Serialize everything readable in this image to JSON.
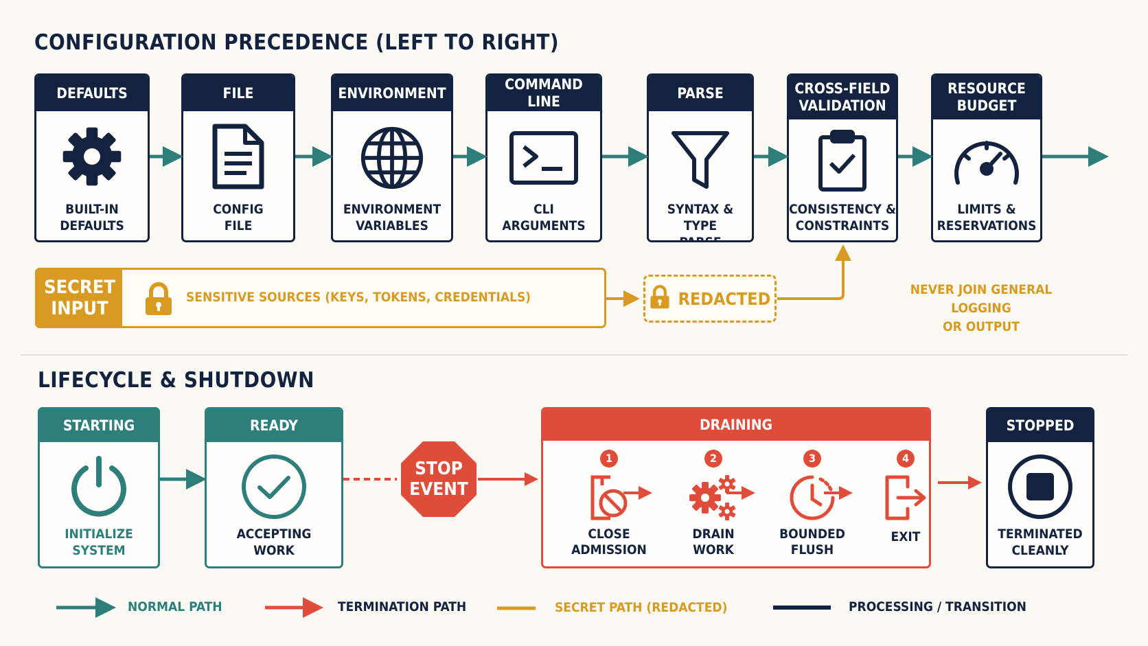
{
  "precedence": {
    "title": "CONFIGURATION PRECEDENCE (LEFT TO RIGHT)",
    "stages": [
      {
        "header": "DEFAULTS",
        "caption": [
          "BUILT-IN",
          "DEFAULTS"
        ],
        "icon": "gear-icon"
      },
      {
        "header": "FILE",
        "caption": [
          "CONFIG",
          "FILE"
        ],
        "icon": "document-icon"
      },
      {
        "header": "ENVIRONMENT",
        "caption": [
          "ENVIRONMENT",
          "VARIABLES"
        ],
        "icon": "globe-icon"
      },
      {
        "header": "COMMAND LINE",
        "caption": [
          "CLI",
          "ARGUMENTS"
        ],
        "icon": "terminal-icon"
      },
      {
        "header": "PARSE",
        "caption": [
          "SYNTAX & TYPE",
          "PARSE"
        ],
        "icon": "filter-icon"
      },
      {
        "header": [
          "CROSS-FIELD",
          "VALIDATION"
        ],
        "caption": [
          "CONSISTENCY &",
          "CONSTRAINTS"
        ],
        "icon": "clipboard-check-icon"
      },
      {
        "header": [
          "RESOURCE",
          "BUDGET"
        ],
        "caption": [
          "LIMITS &",
          "RESERVATIONS"
        ],
        "icon": "gauge-icon"
      }
    ],
    "secret": {
      "label": [
        "SECRET",
        "INPUT"
      ],
      "sources": "SENSITIVE SOURCES (KEYS, TOKENS, CREDENTIALS)",
      "redacted": "REDACTED",
      "note": [
        "NEVER JOIN GENERAL LOGGING",
        "OR OUTPUT"
      ],
      "icon": "lock-icon"
    }
  },
  "lifecycle": {
    "title": "LIFECYCLE & SHUTDOWN",
    "starting": {
      "header": "STARTING",
      "caption": [
        "INITIALIZE",
        "SYSTEM"
      ],
      "icon": "power-icon"
    },
    "ready": {
      "header": "READY",
      "caption": [
        "ACCEPTING",
        "WORK"
      ],
      "icon": "check-circle-icon"
    },
    "stop_event": [
      "STOP",
      "EVENT"
    ],
    "draining": {
      "header": "DRAINING",
      "steps": [
        {
          "num": "1",
          "caption": [
            "CLOSE",
            "ADMISSION"
          ],
          "icon": "no-entry-icon"
        },
        {
          "num": "2",
          "caption": [
            "DRAIN",
            "WORK"
          ],
          "icon": "gears-icon"
        },
        {
          "num": "3",
          "caption": [
            "BOUNDED",
            "FLUSH"
          ],
          "icon": "clock-icon"
        },
        {
          "num": "4",
          "caption": [
            "EXIT"
          ],
          "icon": "exit-icon"
        }
      ]
    },
    "stopped": {
      "header": "STOPPED",
      "caption": [
        "TERMINATED",
        "CLEANLY"
      ],
      "icon": "stop-icon"
    }
  },
  "legend": [
    {
      "label": "NORMAL PATH",
      "color": "#2e7f7c"
    },
    {
      "label": "TERMINATION PATH",
      "color": "#df4d3a"
    },
    {
      "label": "SECRET PATH (REDACTED)",
      "color": "#d99a21"
    },
    {
      "label": "PROCESSING / TRANSITION",
      "color": "#13233f"
    }
  ],
  "colors": {
    "navy": "#13233f",
    "teal": "#2e7f7c",
    "red": "#df4d3a",
    "gold": "#d99a21"
  }
}
